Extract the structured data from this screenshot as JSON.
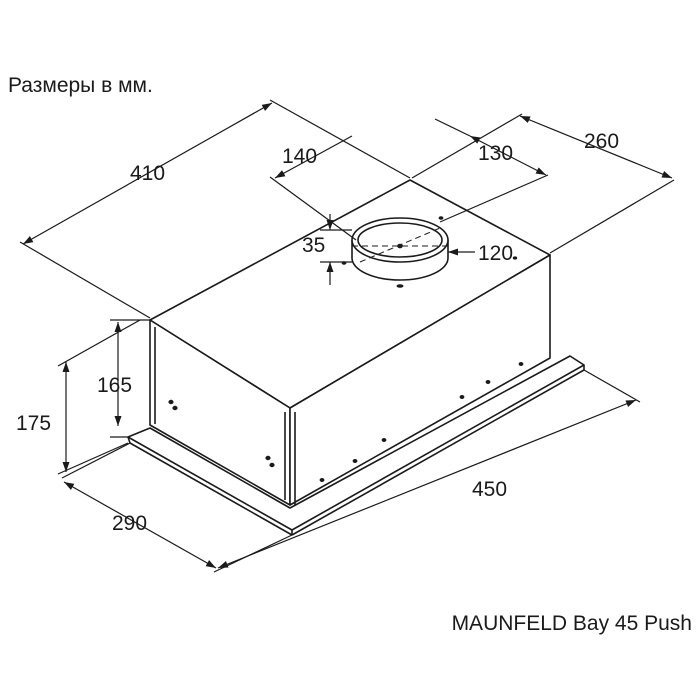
{
  "units_caption": "Размеры в мм.",
  "model_caption": "MAUNFELD Bay 45 Push",
  "dimensions": {
    "depth_top": "410",
    "duct_offset_side": "140",
    "duct_offset_back": "130",
    "width_top": "260",
    "duct_diameter": "120",
    "duct_collar_height": "35",
    "body_height": "165",
    "total_height": "175",
    "front_depth": "290",
    "total_width": "450"
  },
  "colors": {
    "line": "#1a1a1a",
    "background": "#ffffff"
  }
}
